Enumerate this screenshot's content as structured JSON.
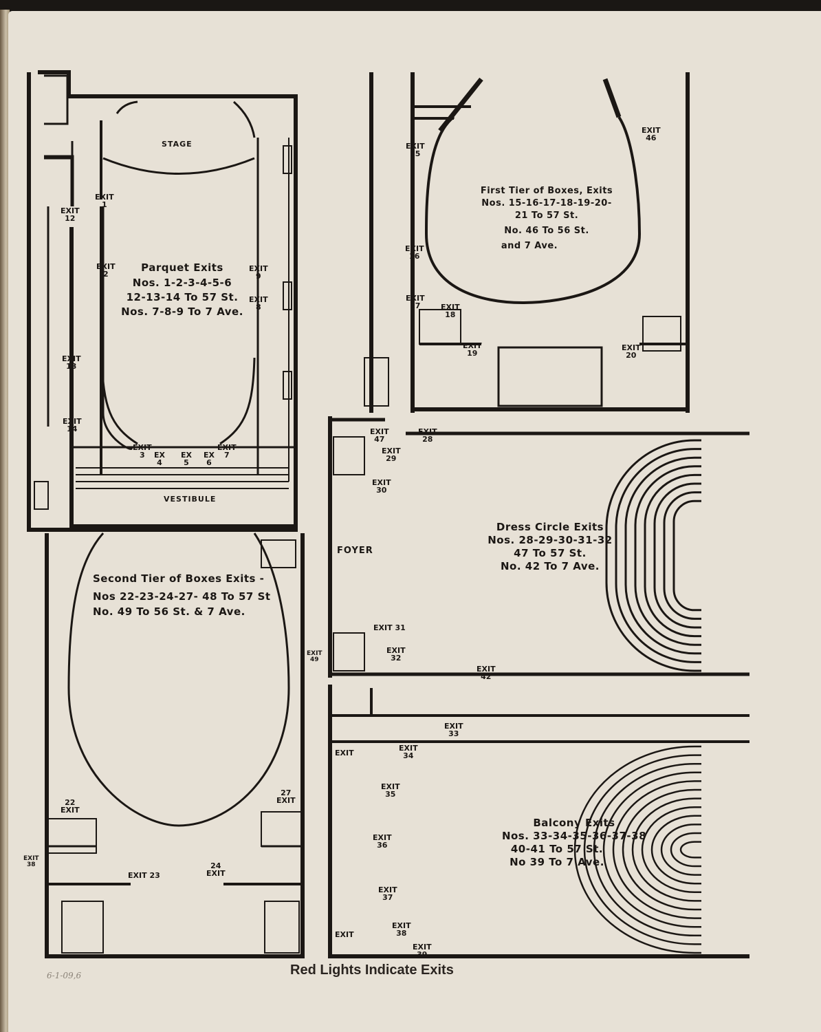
{
  "document": {
    "caption": "Red Lights Indicate Exits",
    "handwritten_note": "6-1-09,6",
    "colors": {
      "paper": "#e7e1d6",
      "ink": "#1b1714"
    }
  },
  "parquet": {
    "title": "Parquet Exits",
    "lines": [
      "Nos. 1-2-3-4-5-6",
      "12-13-14 To 57 St.",
      "Nos. 7-8-9 To 7 Ave."
    ],
    "rooms": {
      "stage": "STAGE",
      "vestibule": "VESTIBULE"
    },
    "exits": [
      {
        "label": "EXIT",
        "num": "1"
      },
      {
        "label": "EXIT",
        "num": "2"
      },
      {
        "label": "EXIT",
        "num": "3"
      },
      {
        "label": "EX",
        "num": "4"
      },
      {
        "label": "EX",
        "num": "5"
      },
      {
        "label": "EX",
        "num": "6"
      },
      {
        "label": "EXIT",
        "num": "7"
      },
      {
        "label": "EXIT",
        "num": "8"
      },
      {
        "label": "EXIT",
        "num": "9"
      },
      {
        "label": "EXIT",
        "num": "12"
      },
      {
        "label": "EXIT",
        "num": "13"
      },
      {
        "label": "EXIT",
        "num": "14"
      }
    ]
  },
  "first_tier": {
    "title": "First Tier of Boxes, Exits",
    "lines": [
      "Nos. 15-16-17-18-19-20-",
      "21 To 57 St.",
      "No. 46 To 56 St.",
      "and 7 Ave."
    ],
    "exits": [
      {
        "label": "EXIT",
        "num": "15"
      },
      {
        "label": "EXIT",
        "num": "16"
      },
      {
        "label": "EXIT",
        "num": "17"
      },
      {
        "label": "EXIT",
        "num": "18"
      },
      {
        "label": "EXIT",
        "num": "19"
      },
      {
        "label": "EXIT",
        "num": "20"
      },
      {
        "label": "EXIT",
        "num": "46"
      }
    ]
  },
  "second_tier": {
    "title": "Second Tier of Boxes Exits -",
    "lines": [
      "Nos 22-23-24-27- 48 To 57 St",
      "No. 49 To 56 St. & 7 Ave."
    ],
    "exits": [
      {
        "label": "EXIT",
        "num": "22"
      },
      {
        "label": "EXIT",
        "num": "23"
      },
      {
        "label": "EXIT",
        "num": "24"
      },
      {
        "label": "EXIT",
        "num": "27"
      },
      {
        "label": "EXIT",
        "num": "38"
      },
      {
        "label": "EXIT",
        "num": "49"
      }
    ]
  },
  "dress_circle": {
    "title": "Dress Circle Exits",
    "lines": [
      "Nos. 28-29-30-31-32",
      "47 To 57 St.",
      "No. 42 To 7 Ave."
    ],
    "rooms": {
      "foyer": "FOYER"
    },
    "exits": [
      {
        "label": "EXIT",
        "num": "47"
      },
      {
        "label": "EXIT",
        "num": "28"
      },
      {
        "label": "EXIT",
        "num": "29"
      },
      {
        "label": "EXIT",
        "num": "30"
      },
      {
        "label": "EXIT",
        "num": "31"
      },
      {
        "label": "EXIT",
        "num": "32"
      },
      {
        "label": "EXIT",
        "num": "42"
      }
    ]
  },
  "balcony": {
    "title": "Balcony Exits",
    "lines": [
      "Nos. 33-34-35-36-37-38",
      "40-41 To 57 St.",
      "No 39 To 7 Ave."
    ],
    "exits": [
      {
        "label": "EXIT",
        "num": "33"
      },
      {
        "label": "EXIT",
        "num": "34"
      },
      {
        "label": "EXIT",
        "num": "35"
      },
      {
        "label": "EXIT",
        "num": "36"
      },
      {
        "label": "EXIT",
        "num": "37"
      },
      {
        "label": "EXIT",
        "num": "38"
      },
      {
        "label": "EXIT",
        "num": "39"
      },
      {
        "label": "EXIT",
        "num": ""
      },
      {
        "label": "EXIT",
        "num": ""
      }
    ]
  }
}
